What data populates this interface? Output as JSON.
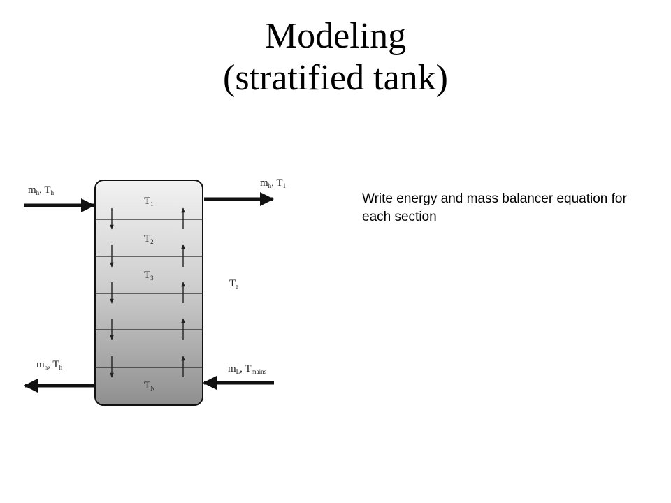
{
  "slide": {
    "title_line1": "Modeling",
    "title_line2": "(stratified tank)",
    "note": "Write energy and mass balancer equation for each section"
  },
  "diagram": {
    "inlet_top": {
      "m": "m",
      "m_sub": "h",
      "T": "T",
      "T_sub": "h"
    },
    "outlet_top": {
      "m": "m",
      "m_sub": "h",
      "T": "T",
      "T_sub": "1"
    },
    "outlet_bottom": {
      "m": "m",
      "m_sub": "h",
      "T": "T",
      "T_sub": "h"
    },
    "inlet_bottom": {
      "m": "m",
      "m_sub": "L",
      "T": "T",
      "T_sub": "mains"
    },
    "ambient": {
      "T": "T",
      "T_sub": "a"
    },
    "nodes": [
      {
        "T": "T",
        "T_sub": "1"
      },
      {
        "T": "T",
        "T_sub": "2"
      },
      {
        "T": "T",
        "T_sub": "3"
      },
      {
        "T": "T",
        "T_sub": "N"
      }
    ],
    "colors": {
      "tank_top": "#f2f2f2",
      "tank_bottom": "#8f8f8f",
      "stroke": "#111111"
    }
  }
}
